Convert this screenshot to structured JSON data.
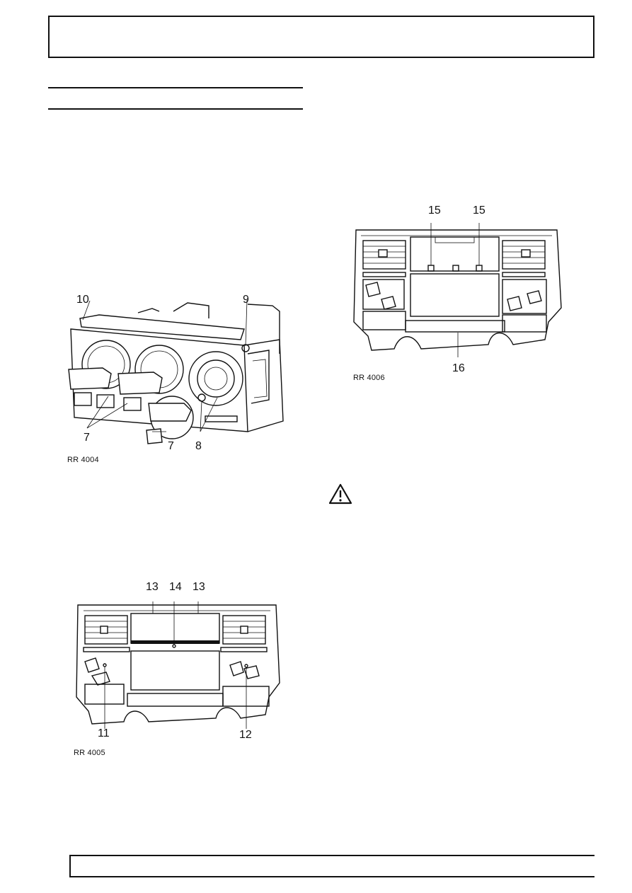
{
  "figures": {
    "fig1": {
      "caption": "RR 4004",
      "callouts": [
        "10",
        "9",
        "7",
        "7",
        "8"
      ]
    },
    "fig2": {
      "caption": "RR 4005",
      "callouts": [
        "13",
        "14",
        "13",
        "11",
        "12"
      ]
    },
    "fig3": {
      "caption": "RR 4006",
      "callouts": [
        "15",
        "15",
        "16"
      ]
    }
  },
  "icons": {
    "caution": "warning-triangle-icon"
  }
}
